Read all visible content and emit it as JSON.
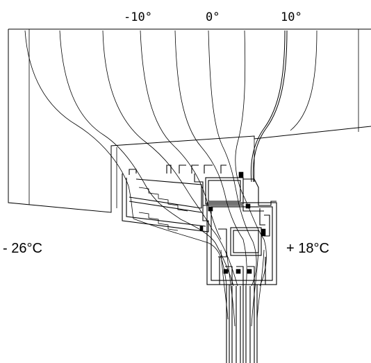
{
  "isotherm_labels": [
    "-10°",
    "0°",
    "10°"
  ],
  "outside_temperature": "- 26°C",
  "inside_temperature": "+ 18°C",
  "colors": {
    "line": "#000000",
    "background": "#ffffff"
  }
}
